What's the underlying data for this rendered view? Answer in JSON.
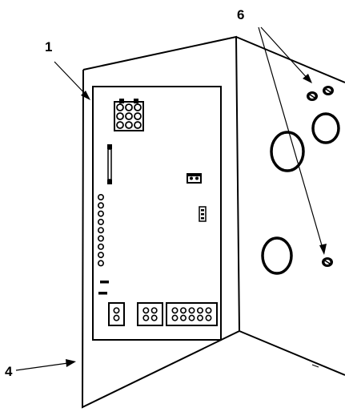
{
  "callouts": {
    "board": "1",
    "enclosure": "4",
    "screws": "6"
  },
  "board": {
    "terminal_holes": 9,
    "main_connector_pins": 9,
    "bottom_connectors": [
      {
        "name": "connector-2pin",
        "pins": 2
      },
      {
        "name": "connector-4pin",
        "pins": 4
      },
      {
        "name": "connector-10pin",
        "pins": 10
      }
    ]
  },
  "enclosure": {
    "knockouts": 3,
    "screws": 3
  }
}
